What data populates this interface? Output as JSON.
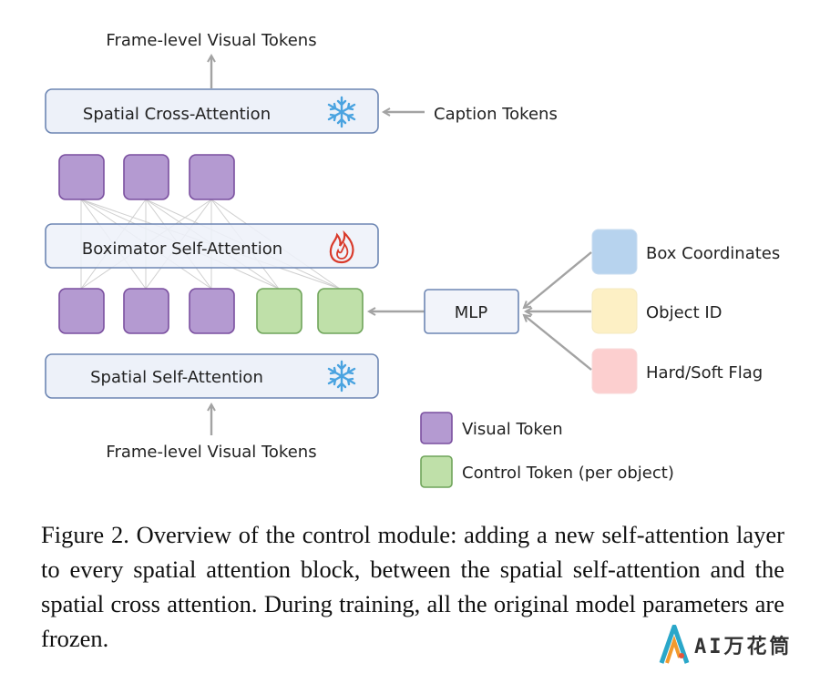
{
  "diagram": {
    "top_input_label": "Frame-level Visual Tokens",
    "bottom_input_label": "Frame-level Visual Tokens",
    "cross_attention_label": "Spatial Cross-Attention",
    "caption_tokens_label": "Caption Tokens",
    "boximator_label": "Boximator Self-Attention",
    "spatial_self_attention_label": "Spatial Self-Attention",
    "mlp_label": "MLP",
    "inputs": [
      {
        "label": "Box Coordinates",
        "color": "#b7d3ee"
      },
      {
        "label": "Object ID",
        "color": "#fdf0c5"
      },
      {
        "label": "Hard/Soft Flag",
        "color": "#fccfcf"
      }
    ],
    "legend": [
      {
        "label": "Visual Token",
        "color": "#b49ad1"
      },
      {
        "label": "Control Token (per object)",
        "color": "#bfe0a9"
      }
    ],
    "icons": {
      "frozen": "snowflake-icon",
      "trainable": "fire-icon"
    }
  },
  "caption": {
    "text": "Figure 2.  Overview of the control module: adding a new self-attention layer to every spatial attention block, between the spatial self-attention and the spatial cross attention. During training, all the original model parameters are frozen."
  },
  "watermark": {
    "text": "AI万花筒"
  },
  "colors": {
    "visual": "#b49ad1",
    "control": "#bfe0a9",
    "block": "#edf1f9",
    "arrow": "#a3a3a3"
  }
}
